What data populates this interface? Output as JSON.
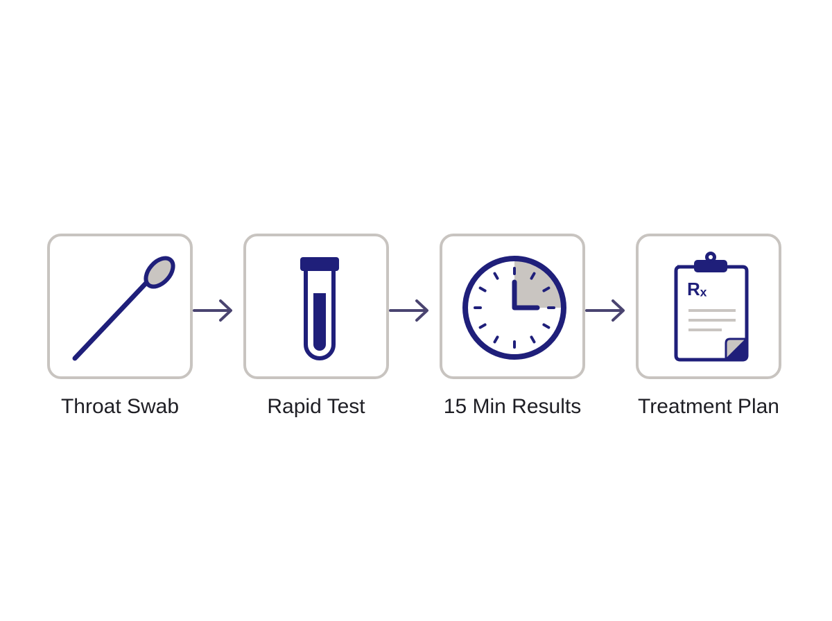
{
  "steps": [
    {
      "label": "Throat Swab",
      "icon": "swab-icon"
    },
    {
      "label": "Rapid Test",
      "icon": "test-tube-icon"
    },
    {
      "label": "15 Min Results",
      "icon": "clock-icon"
    },
    {
      "label": "Treatment Plan",
      "icon": "prescription-clipboard-icon"
    }
  ],
  "rx_symbol": "Rₓ",
  "colors": {
    "primary": "#1f1f7a",
    "frame": "#c8c4c0",
    "accent_gray": "#c9c5c1",
    "arrow": "#4a4470",
    "text": "#1e1e24"
  }
}
